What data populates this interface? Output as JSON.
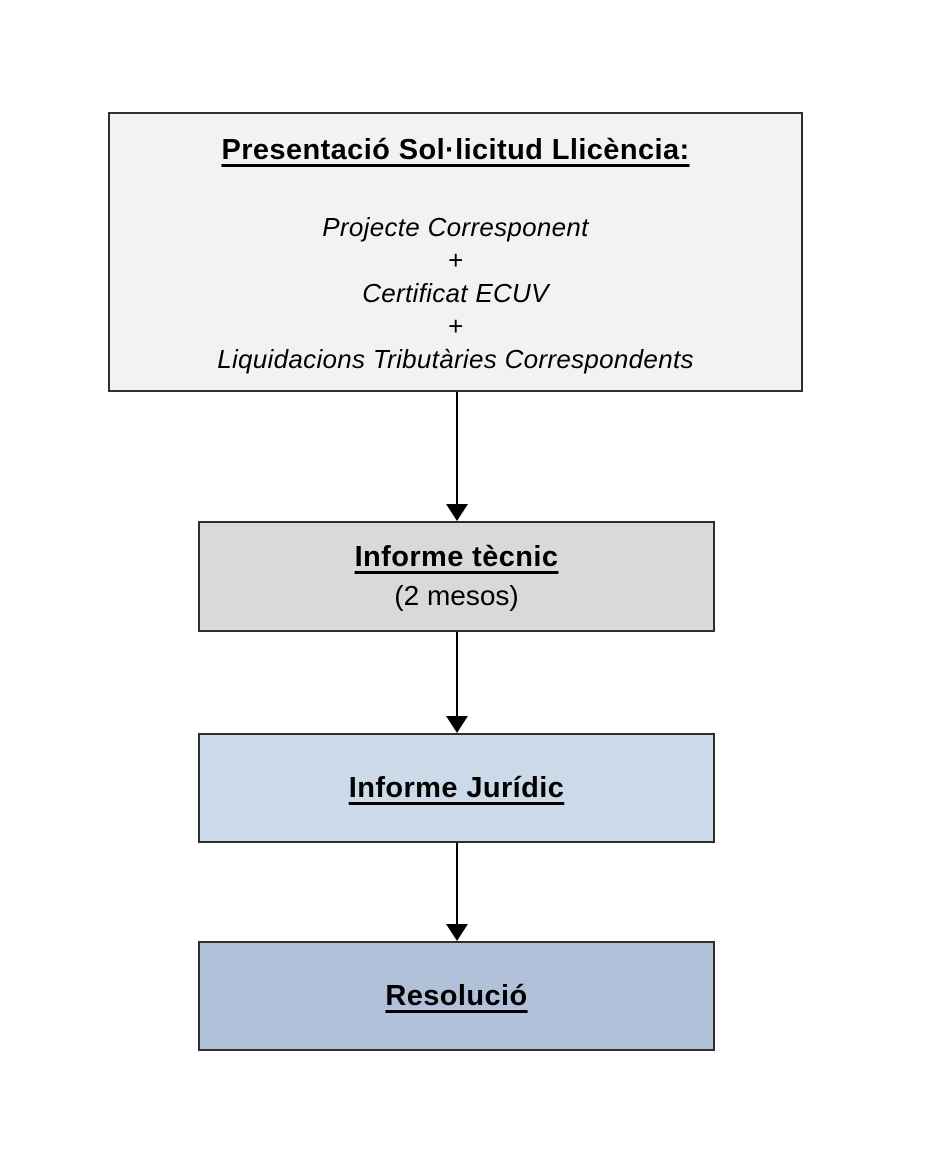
{
  "page": {
    "background": "#ffffff"
  },
  "flowchart": {
    "steps": [
      {
        "id": "presentacio",
        "title": "Presentació Sol·licitud Llicència:",
        "items": [
          "Projecte Corresponent",
          "+",
          "Certificat ECUV",
          "+",
          "Liquidacions Tributàries Correspondents"
        ],
        "fill": "#f2f2f2"
      },
      {
        "id": "informe-tecnic",
        "title": "Informe tècnic",
        "subtitle": "(2 mesos)",
        "fill": "#d9d9d9"
      },
      {
        "id": "informe-juridic",
        "title": "Informe Jurídic",
        "fill": "#ccd9e8"
      },
      {
        "id": "resolucio",
        "title": "Resolució",
        "fill": "#b1c1d9"
      }
    ],
    "connectors": [
      {
        "from": "presentacio",
        "to": "informe-tecnic",
        "type": "arrow-down"
      },
      {
        "from": "informe-tecnic",
        "to": "informe-juridic",
        "type": "arrow-down"
      },
      {
        "from": "informe-juridic",
        "to": "resolucio",
        "type": "arrow-down"
      }
    ],
    "colors": {
      "box_border": "#2e2e2e",
      "arrow": "#000000",
      "text": "#000000"
    }
  }
}
